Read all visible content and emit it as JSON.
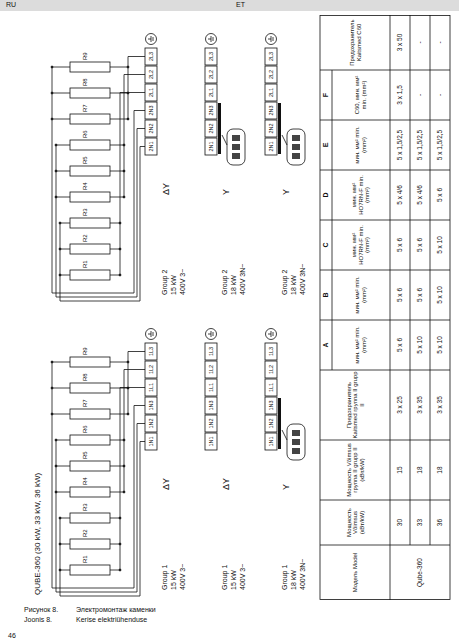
{
  "diagram": {
    "title": "QUBE-360 (30 kW, 33 kW, 36 kW)",
    "labels": [
      "RU",
      "ET",
      "Рисунок 8.",
      "Электромонтаж каменки",
      "Joonis 8.",
      "Kerise elektriühenduse",
      "46",
      "R1",
      "R2",
      "R3",
      "R4",
      "R5",
      "R6",
      "R7",
      "R8",
      "R9",
      "1N1",
      "1N2",
      "1N3",
      "1L1",
      "1L2",
      "1L3",
      "ΔY",
      "Group 1",
      "15 kW",
      "400V 3~",
      "1N1",
      "1N2",
      "1N3",
      "1L1",
      "1L2",
      "1L3",
      "ΔY",
      "Group 1",
      "15 kW",
      "400V 3~",
      "1N1",
      "1N2",
      "1N3",
      "1L1",
      "1L2",
      "1L3",
      "Y",
      "Group 1",
      "18 kW",
      "400V 3N~",
      "R1",
      "R2",
      "R3",
      "R4",
      "R5",
      "R6",
      "R7",
      "R8",
      "R9",
      "2N1",
      "2N2",
      "2N3",
      "2L1",
      "2L2",
      "2L3",
      "ΔY",
      "Group 2",
      "15 kW",
      "400V 3~",
      "2N1",
      "2N2",
      "2N3",
      "2L1",
      "2L2",
      "2L3",
      "Y",
      "Group 2",
      "18 kW",
      "400V 3N~",
      "2N1",
      "2N2",
      "2N3",
      "2L1",
      "2L2",
      "2L3",
      "Y",
      "Group 2",
      "18 kW",
      "400V 3N~",
      "Модель Model",
      "Мощность Võimsus (кВт/kW)",
      "Мощность Võimsus группа II grupp II (кВт/kW)",
      "Предохранитель Kaitsmed группа II grupp II",
      "мин. мм² min. (mm²)",
      "мин. мм² min. (mm²)",
      "мин. мм² HO7RN-F min. (mm²)",
      "мин. мм² HO7RN-F min. (mm²)",
      "мин. мм² min. (mm²)",
      "C60, мин. мм² min. (mm²)",
      "Предохранитель Kaitsmed C60",
      "A",
      "B",
      "C",
      "D",
      "E",
      "F",
      "Qube-360",
      "30",
      "15",
      "3 x 25",
      "5 x 6",
      "5 x 6",
      "5 x 6",
      "5 x 4/6",
      "5 x 1,5/2,5",
      "3 x 1,5",
      "3 x 50",
      "33",
      "18",
      "3 x 35",
      "5 x 10",
      "5 x 6",
      "5 x 6",
      "5 x 4/6",
      "5 x 1,5/2,5",
      "-",
      "-",
      "36",
      "18",
      "3 x 35",
      "5 x 10",
      "5 x 10",
      "5 x 10",
      "5 x 6",
      "5 x 1,5/2,5",
      "-",
      "-"
    ]
  }
}
